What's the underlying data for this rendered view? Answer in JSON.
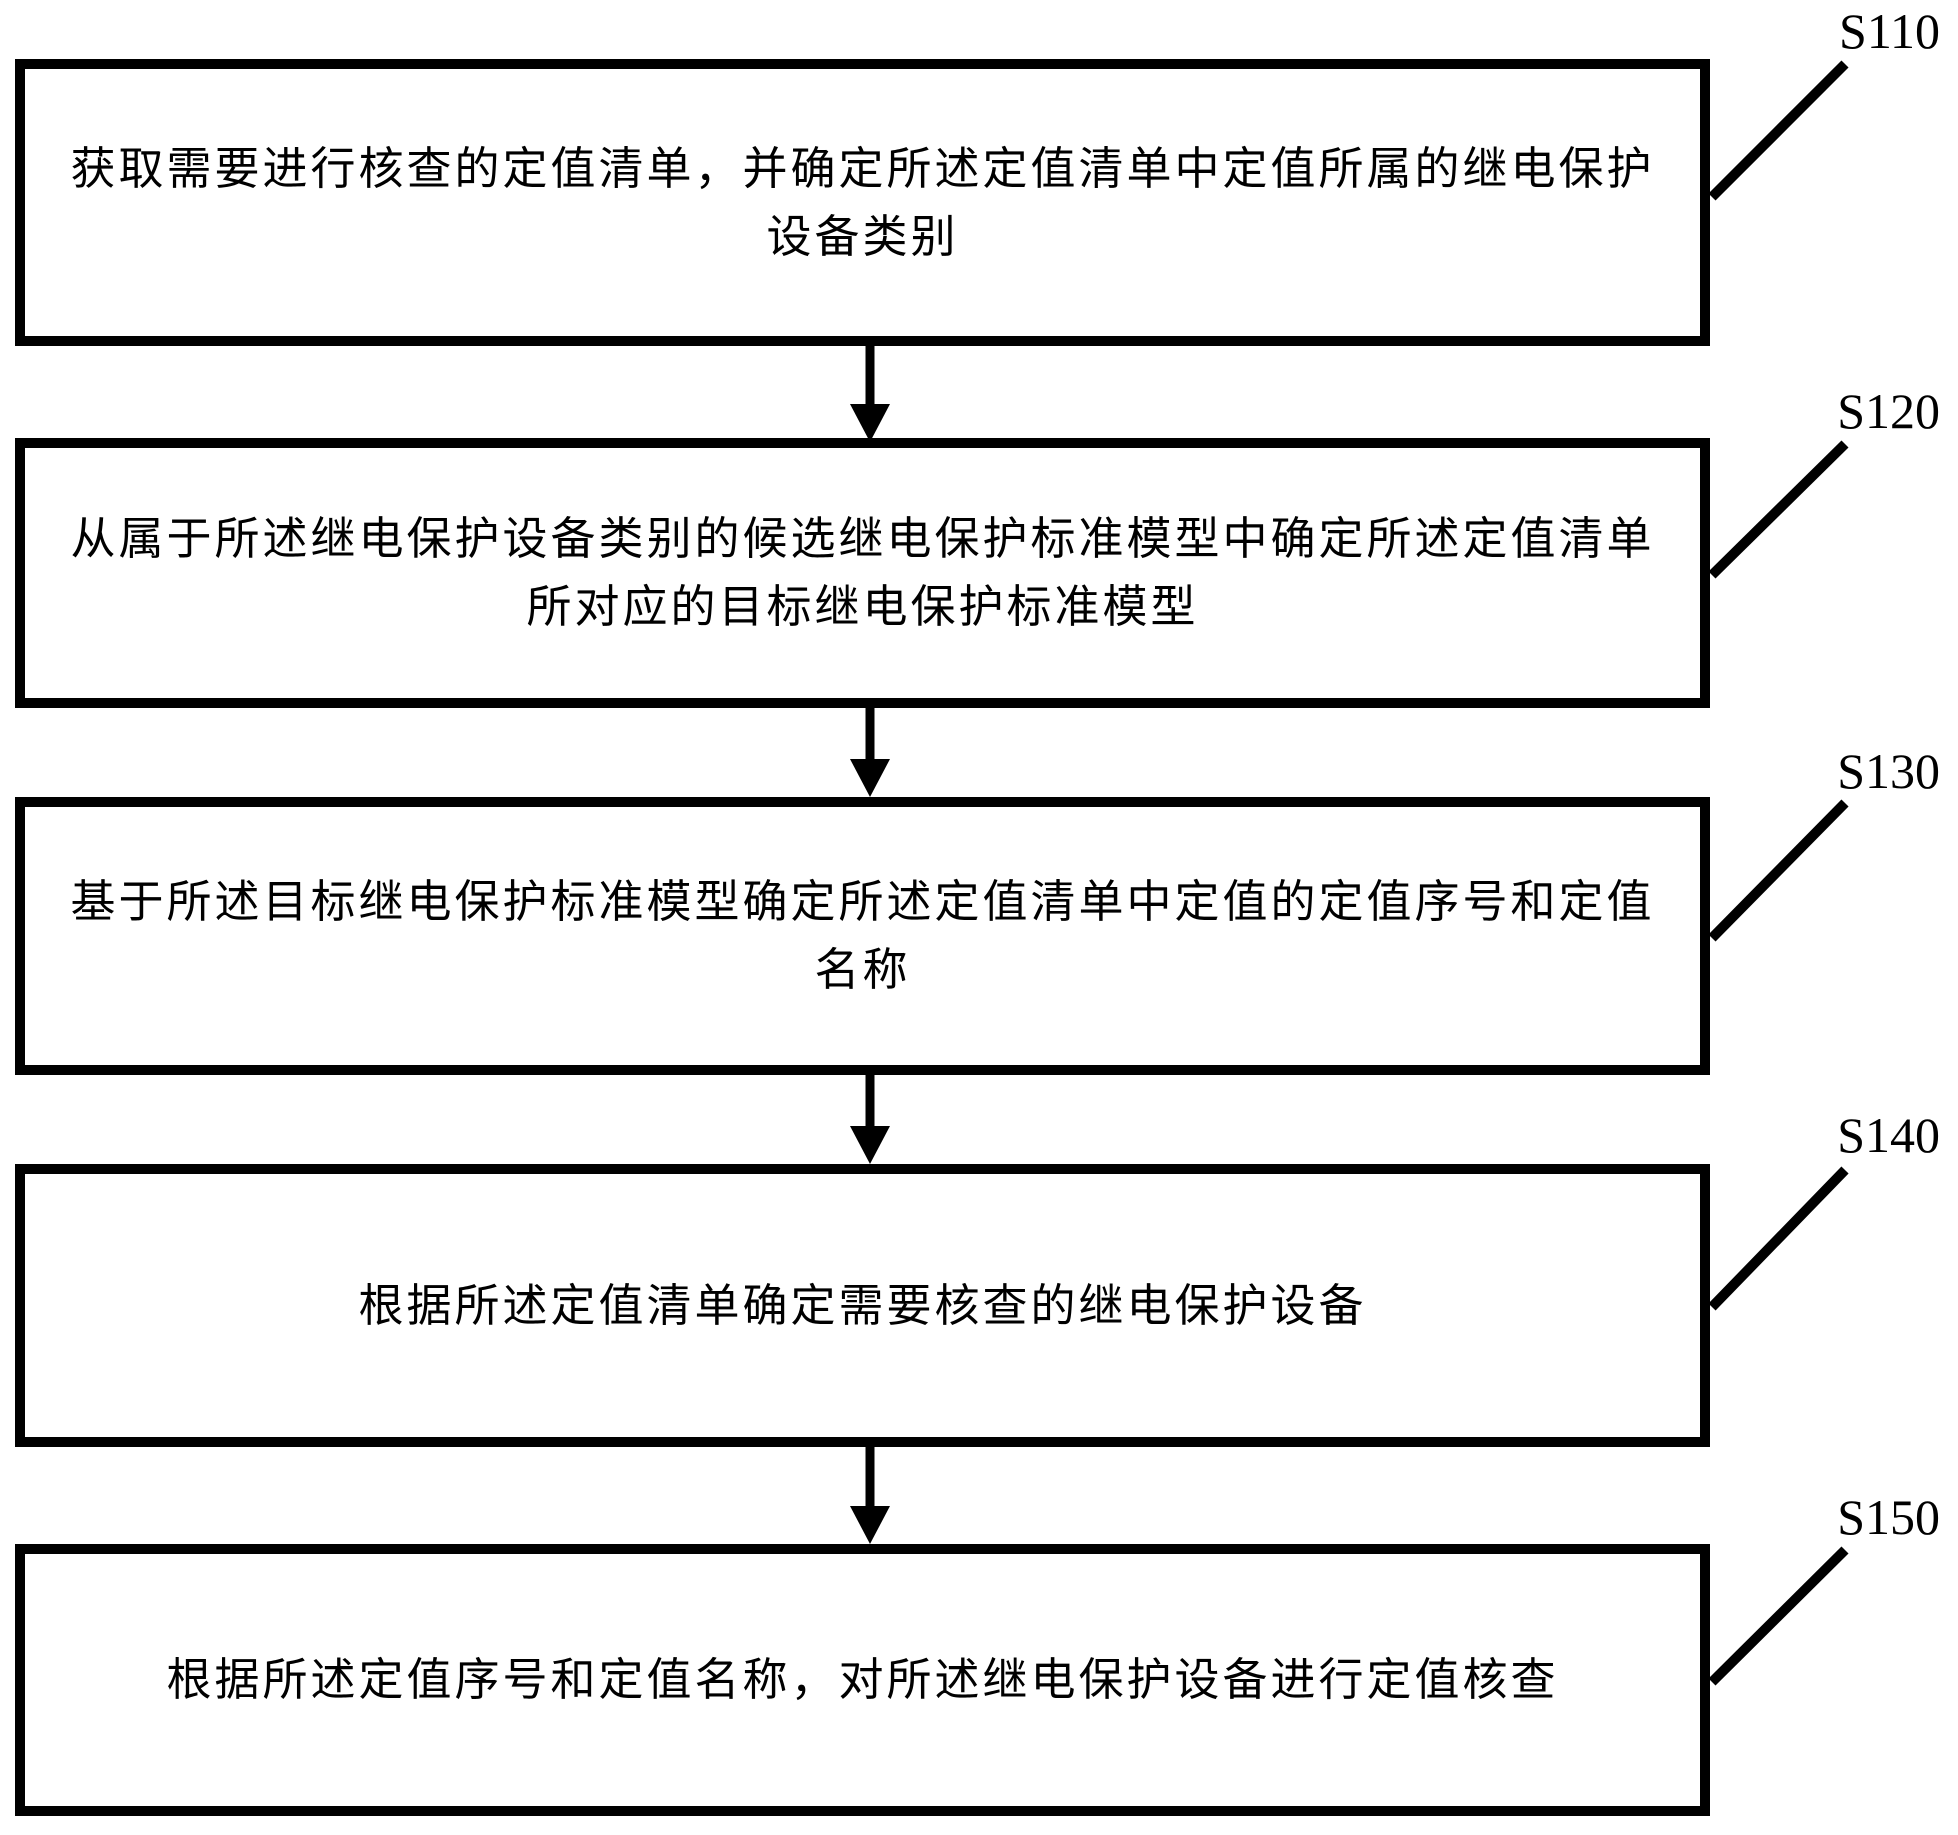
{
  "figure": {
    "type": "flowchart",
    "colors": {
      "line": "#000000",
      "background": "#ffffff",
      "text": "#000000"
    },
    "steps": [
      {
        "id": "S110",
        "lines": [
          "获取需要进行核查的定值清单，并确定所述定值清单中定值所属的继电保护",
          "设备类别"
        ]
      },
      {
        "id": "S120",
        "lines": [
          "从属于所述继电保护设备类别的候选继电保护标准模型中确定所述定值清单",
          "所对应的目标继电保护标准模型"
        ]
      },
      {
        "id": "S130",
        "lines": [
          "基于所述目标继电保护标准模型确定所述定值清单中定值的定值序号和定值",
          "名称"
        ]
      },
      {
        "id": "S140",
        "lines": [
          "根据所述定值清单确定需要核查的继电保护设备"
        ]
      },
      {
        "id": "S150",
        "lines": [
          "根据所述定值序号和定值名称，对所述继电保护设备进行定值核查"
        ]
      }
    ]
  }
}
